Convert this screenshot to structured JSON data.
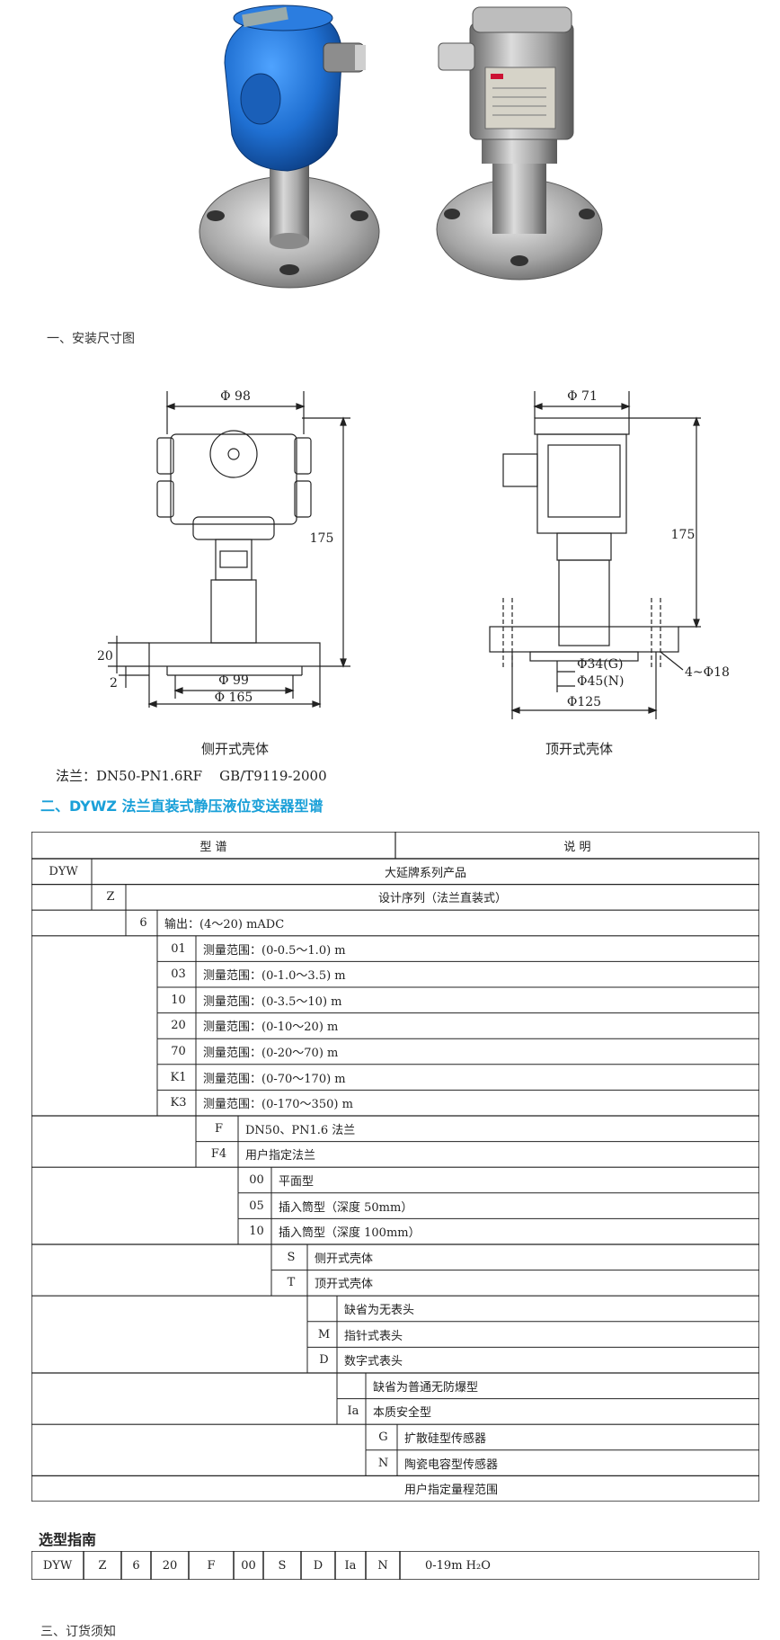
{
  "section1": {
    "title": "一、安装尺寸图"
  },
  "drawings": {
    "side": {
      "caption": "侧开式壳体",
      "dim_top": "Φ 98",
      "dim_height": "175",
      "dim_flange_thick": "20",
      "dim_flange_step": "2",
      "dim_inner": "Φ 99",
      "dim_outer": "Φ 165"
    },
    "top": {
      "caption": "顶开式壳体",
      "dim_top": "Φ 71",
      "dim_height": "175",
      "dim_g": "Φ34(G)",
      "dim_n": "Φ45(N)",
      "dim_holes": "4~Φ18",
      "dim_pcd": "Φ125"
    }
  },
  "flange_note": "法兰：DN50-PN1.6RF    GB/T9119-2000",
  "section2": {
    "title": "二、DYWZ 法兰直装式静压液位变送器型谱"
  },
  "spec_table": {
    "header_left": "型  谱",
    "header_right": "说  明",
    "rows": [
      {
        "code": "DYW",
        "desc": "大延牌系列产品"
      },
      {
        "code": "Z",
        "desc": "设计序列（法兰直装式）"
      },
      {
        "code": "6",
        "desc": "输出：(4～20) mADC"
      },
      {
        "code": "01",
        "desc": "测量范围：(0-0.5～1.0) m"
      },
      {
        "code": "03",
        "desc": "测量范围：(0-1.0～3.5) m"
      },
      {
        "code": "10",
        "desc": "测量范围：(0-3.5～10) m"
      },
      {
        "code": "20",
        "desc": "测量范围：(0-10～20) m"
      },
      {
        "code": "70",
        "desc": "测量范围：(0-20～70) m"
      },
      {
        "code": "K1",
        "desc": "测量范围：(0-70～170) m"
      },
      {
        "code": "K3",
        "desc": "测量范围：(0-170～350) m"
      },
      {
        "code": "F",
        "desc": "DN50、PN1.6 法兰"
      },
      {
        "code": "F4",
        "desc": "用户指定法兰"
      },
      {
        "code": "00",
        "desc": "平面型"
      },
      {
        "code": "05",
        "desc": "插入筒型（深度 50mm）"
      },
      {
        "code": "10",
        "desc": "插入筒型（深度 100mm）"
      },
      {
        "code": "S",
        "desc": "侧开式壳体"
      },
      {
        "code": "T",
        "desc": "顶开式壳体"
      },
      {
        "code": "",
        "desc": "缺省为无表头"
      },
      {
        "code": "M",
        "desc": "指针式表头"
      },
      {
        "code": "D",
        "desc": "数字式表头"
      },
      {
        "code": "",
        "desc": "缺省为普通无防爆型"
      },
      {
        "code": "Ia",
        "desc": "本质安全型"
      },
      {
        "code": "G",
        "desc": "扩散硅型传感器"
      },
      {
        "code": "N",
        "desc": "陶瓷电容型传感器"
      },
      {
        "code": "",
        "desc": "用户指定量程范围"
      }
    ]
  },
  "selection_guide": {
    "title": "选型指南",
    "cells": [
      "DYW",
      "Z",
      "6",
      "20",
      "F",
      "00",
      "S",
      "D",
      "Ia",
      "N",
      "0-19m H₂O"
    ]
  },
  "section3": {
    "title": "三、订货须知"
  },
  "colors": {
    "section_title": "#1aa0d8",
    "device_blue": "#1f6fd1",
    "line": "#222222"
  }
}
